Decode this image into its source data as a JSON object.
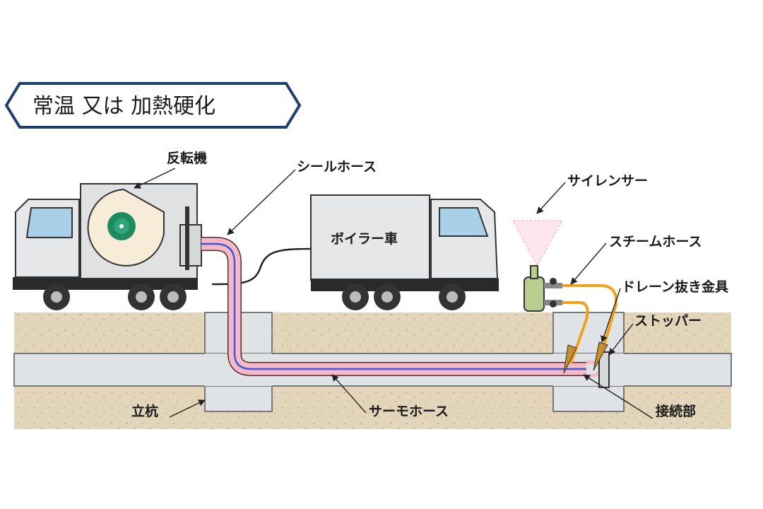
{
  "title": "常温 又は 加熱硬化",
  "labels": {
    "reversing_machine": "反転機",
    "seal_hose": "シールホース",
    "boiler_truck": "ボイラー車",
    "silencer": "サイレンサー",
    "steam_hose": "スチームホース",
    "drain_fitting": "ドレーン抜き金具",
    "stopper": "ストッパー",
    "shaft": "立杭",
    "thermo_hose": "サーモホース",
    "joint": "接続部"
  },
  "colors": {
    "frame_blue": "#1f3f70",
    "ground": "#e3d5b9",
    "pipe_gray": "#dfe3e6",
    "hose_pink": "#f4b8c8",
    "hose_blue": "#3b5bd6",
    "steam_orange": "#f0a21a",
    "drum_green": "#1d8a60"
  },
  "icons": [
    "truck-icon",
    "drum-icon",
    "silencer-icon",
    "valve-icon"
  ]
}
